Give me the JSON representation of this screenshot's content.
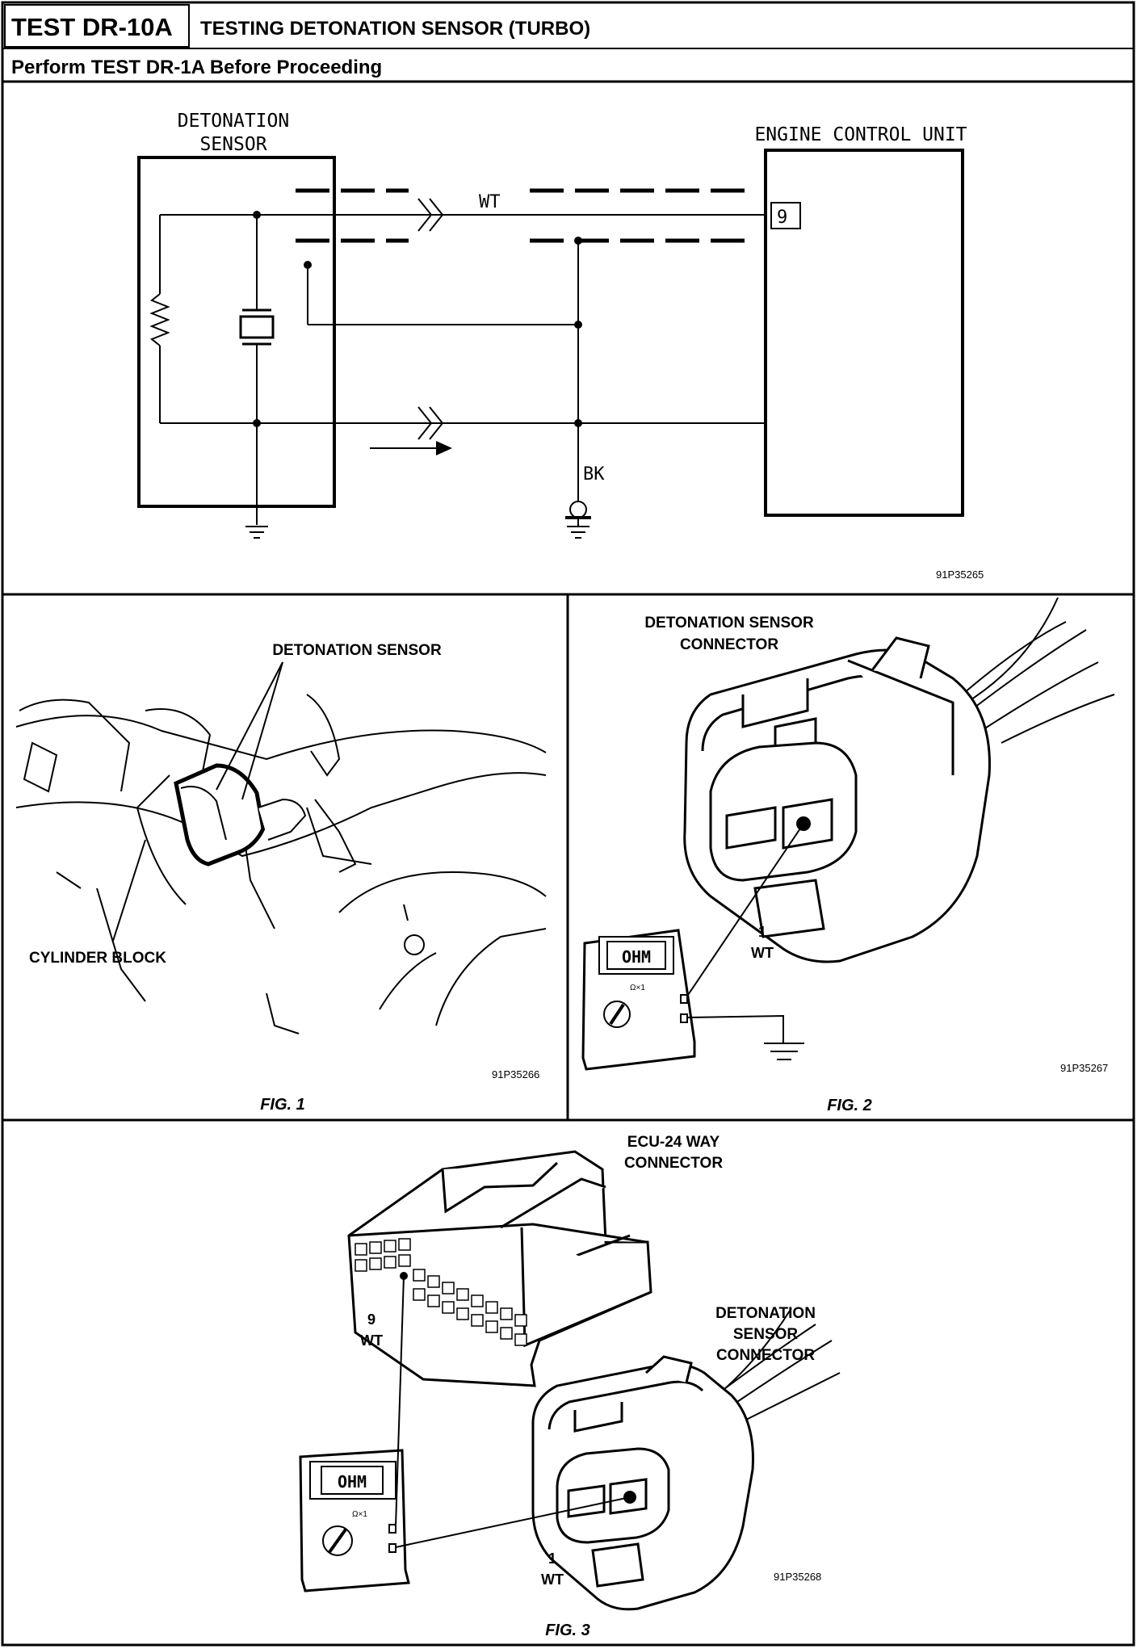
{
  "header": {
    "test_id": "TEST DR-10A",
    "title": "TESTING DETONATION SENSOR (TURBO)",
    "subtitle": "Perform TEST DR-1A Before Proceeding"
  },
  "schematic": {
    "sensor_label_line1": "DETONATION",
    "sensor_label_line2": "SENSOR",
    "ecu_label": "ENGINE CONTROL UNIT",
    "wire_wt": "WT",
    "wire_bk": "BK",
    "ecu_pin": "9",
    "ref": "91P35265"
  },
  "fig1": {
    "label_sensor": "DETONATION SENSOR",
    "label_block": "CYLINDER BLOCK",
    "ref": "91P35266",
    "caption": "FIG. 1"
  },
  "fig2": {
    "label_line1": "DETONATION SENSOR",
    "label_line2": "CONNECTOR",
    "meter": "OHM",
    "range": "Ω×1",
    "pin_num": "1",
    "pin_wire": "WT",
    "ref": "91P35267",
    "caption": "FIG. 2"
  },
  "fig3": {
    "ecu_line1": "ECU-24 WAY",
    "ecu_line2": "CONNECTOR",
    "sensor_line1": "DETONATION",
    "sensor_line2": "SENSOR",
    "sensor_line3": "CONNECTOR",
    "ecu_pin_num": "9",
    "ecu_pin_wire": "WT",
    "sensor_pin_num": "1",
    "sensor_pin_wire": "WT",
    "meter": "OHM",
    "range": "Ω×1",
    "ref": "91P35268",
    "caption": "FIG. 3"
  }
}
